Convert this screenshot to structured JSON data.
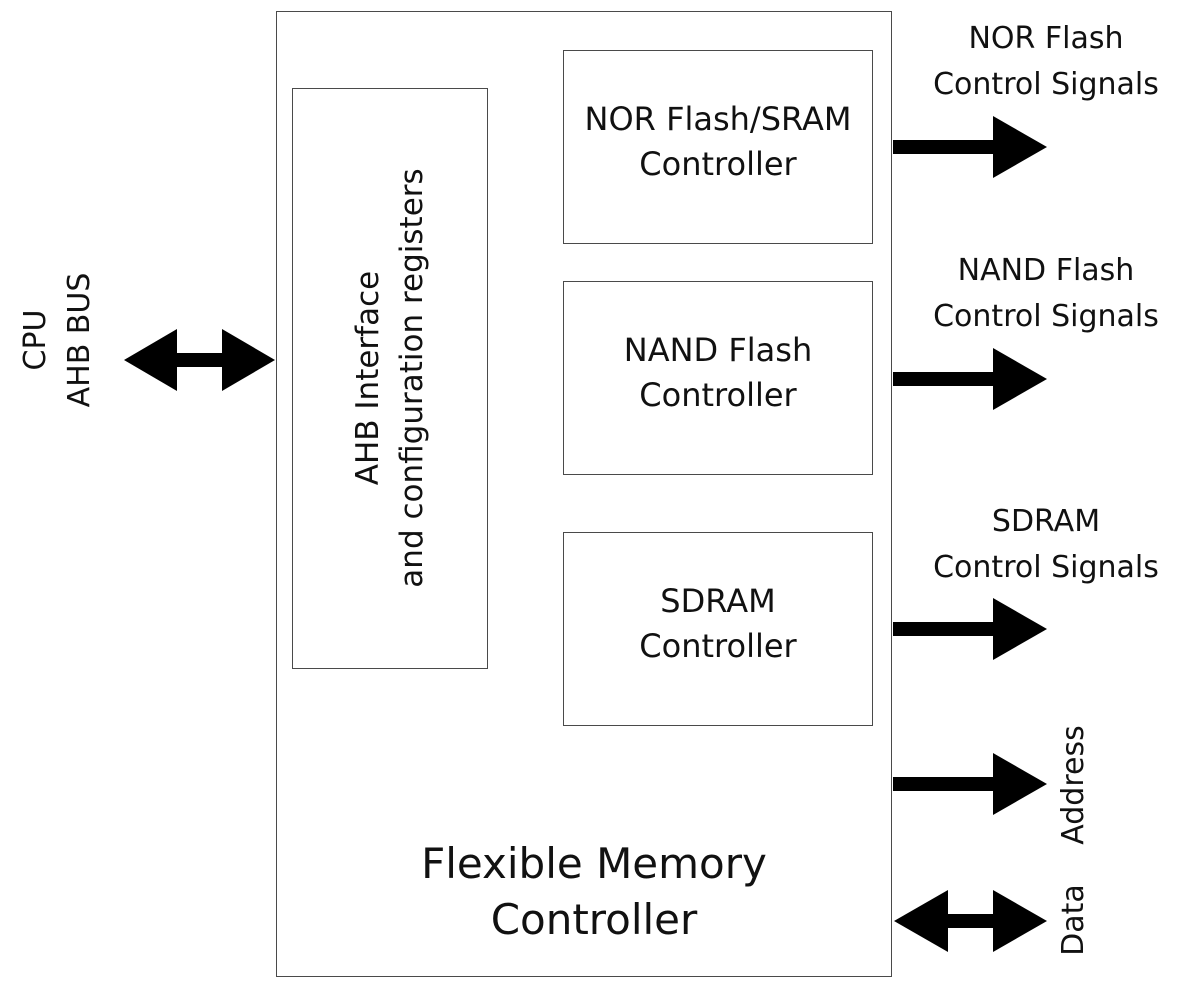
{
  "cpu_bus": {
    "line1": "CPU",
    "line2": "AHB BUS"
  },
  "fmc": {
    "title_line1": "Flexible Memory",
    "title_line2": "Controller"
  },
  "ahb_block": {
    "line1": "AHB Interface",
    "line2": "and configuration registers"
  },
  "controllers": [
    {
      "line1": "NOR Flash/SRAM",
      "line2": "Controller"
    },
    {
      "line1": "NAND Flash",
      "line2": "Controller"
    },
    {
      "line1": "SDRAM",
      "line2": "Controller"
    }
  ],
  "signals": [
    {
      "line1": "NOR Flash",
      "line2": "Control Signals"
    },
    {
      "line1": "NAND Flash",
      "line2": "Control Signals"
    },
    {
      "line1": "SDRAM",
      "line2": "Control Signals"
    }
  ],
  "address_label": "Address",
  "data_label": "Data",
  "colors": {
    "arrow": "#000000",
    "border": "#4a4a4a"
  }
}
